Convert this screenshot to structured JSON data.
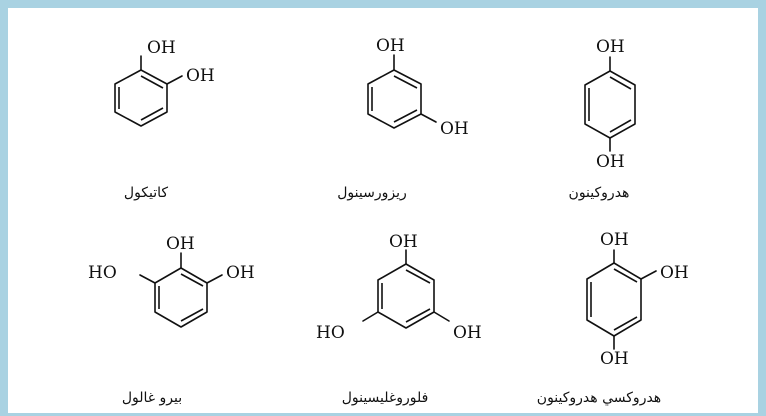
{
  "compounds": [
    {
      "name": "كاتيكول",
      "substituents": [
        "OH",
        "OH"
      ]
    },
    {
      "name": "ريزورسينول",
      "substituents": [
        "OH",
        "OH"
      ]
    },
    {
      "name": "هدروكينون",
      "substituents": [
        "OH",
        "OH"
      ]
    },
    {
      "name": "بيرو غالول",
      "substituents": [
        "HO",
        "OH",
        "OH"
      ]
    },
    {
      "name": "فلوروغليسينول",
      "substituents": [
        "OH",
        "HO",
        "OH"
      ]
    },
    {
      "name": "هدروكسي هدروكينون",
      "substituents": [
        "OH",
        "OH",
        "OH"
      ]
    }
  ]
}
